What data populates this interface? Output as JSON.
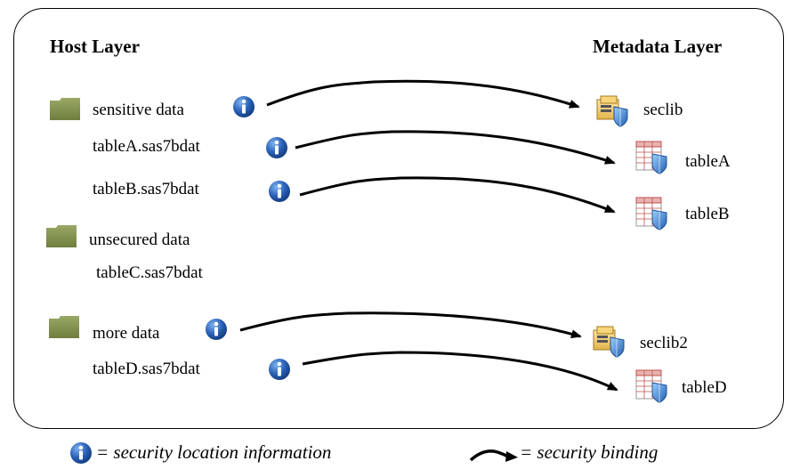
{
  "host_layer": {
    "title": "Host Layer",
    "items": [
      {
        "type": "folder",
        "label": "sensitive data",
        "has_info": true
      },
      {
        "type": "file",
        "label": "tableA.sas7bdat",
        "has_info": true
      },
      {
        "type": "file",
        "label": "tableB.sas7bdat",
        "has_info": true
      },
      {
        "type": "folder",
        "label": "unsecured data",
        "has_info": false
      },
      {
        "type": "file",
        "label": "tableC.sas7bdat",
        "has_info": false
      },
      {
        "type": "folder",
        "label": "more data",
        "has_info": true
      },
      {
        "type": "file",
        "label": "tableD.sas7bdat",
        "has_info": true
      }
    ]
  },
  "metadata_layer": {
    "title": "Metadata Layer",
    "items": [
      {
        "type": "library",
        "label": "seclib"
      },
      {
        "type": "table",
        "label": "tableA"
      },
      {
        "type": "table",
        "label": "tableB"
      },
      {
        "type": "library",
        "label": "seclib2"
      },
      {
        "type": "table",
        "label": "tableD"
      }
    ]
  },
  "bindings": [
    {
      "from": "sensitive data",
      "to": "seclib"
    },
    {
      "from": "tableA.sas7bdat",
      "to": "tableA"
    },
    {
      "from": "tableB.sas7bdat",
      "to": "tableB"
    },
    {
      "from": "more data",
      "to": "seclib2"
    },
    {
      "from": "tableD.sas7bdat",
      "to": "tableD"
    }
  ],
  "legend": {
    "info_text": "= security location information",
    "binding_text": "= security binding"
  },
  "colors": {
    "folder": "#8b9a56",
    "info_blue": "#1c4fa0",
    "shield_blue": "#2f74c9",
    "table_grid_red": "#c0504d"
  },
  "icons": {
    "folder": "folder-icon",
    "info": "info-icon",
    "library": "secured-library-icon",
    "table": "secured-table-icon"
  }
}
